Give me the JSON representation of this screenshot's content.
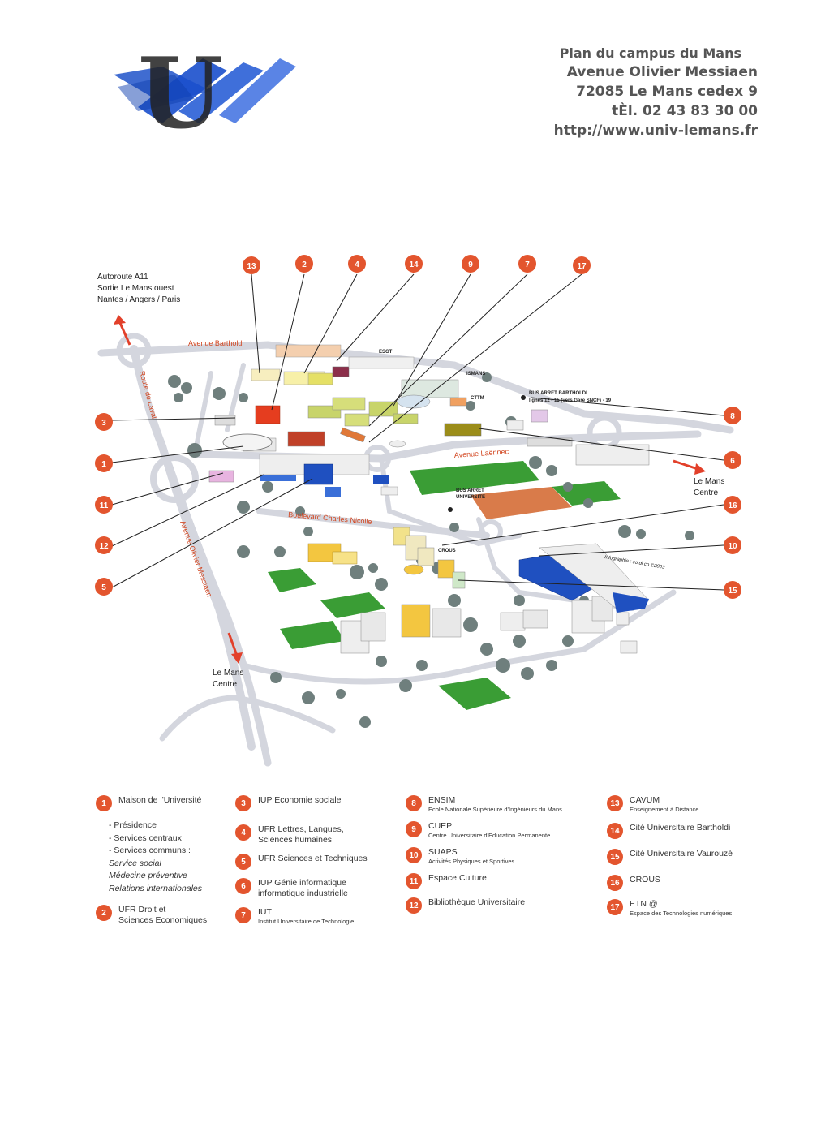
{
  "header": {
    "title": "Plan du campus du Mans",
    "address": "Avenue Olivier Messiaen",
    "city": "72085 Le Mans cedex 9",
    "phone": "tÈl. 02 43 83 30 00",
    "url": "http://www.univ-lemans.fr"
  },
  "logo": {
    "letter": "U",
    "colors": {
      "primary": "#1a4fcc",
      "letter": "#222222"
    }
  },
  "map": {
    "road_labels": {
      "avenue_bartholdi": "Avenue Bartholdi",
      "route_de_laval": "Route de Laval",
      "avenue_laennec": "Avenue Laënnec",
      "boulevard_nicolle": "Boulevard Charles Nicolle",
      "avenue_messiaen": "Avenue Olivier Messiaen"
    },
    "place_labels": {
      "autoroute_1": "Autoroute  A11",
      "autoroute_2": "Sortie Le Mans ouest",
      "autoroute_3": "Nantes / Angers / Paris",
      "le_mans_centre_right_1": "Le Mans",
      "le_mans_centre_right_2": "Centre",
      "le_mans_centre_bottom_1": "Le Mans",
      "le_mans_centre_bottom_2": "Centre",
      "esgt": "ESGT",
      "ismans": "ISMANS",
      "cttm": "CTTM",
      "bus_bartholdi": "BUS ARRET BARTHOLDI",
      "bus_bartholdi_lines": "lignes 12 - 15 (vers Gare SNCF) - 19",
      "bus_universite_1": "BUS ARRET",
      "bus_universite_2": "UNIVERSITE",
      "crous": "CROUS",
      "credit": "Infographie : co.di.co ©2003"
    },
    "callouts": [
      "13",
      "2",
      "4",
      "14",
      "9",
      "7",
      "17",
      "3",
      "1",
      "11",
      "12",
      "5",
      "8",
      "6",
      "16",
      "10",
      "15"
    ],
    "colors": {
      "callout": "#e3552e",
      "road": "#d4d6de",
      "tree": "#6f7f7d",
      "field": "#3a9d35",
      "track": "#d97b4a"
    }
  },
  "legend": {
    "col1": [
      {
        "num": "1",
        "label": "Maison de l'Université"
      },
      {
        "num": "2",
        "label": "UFR Droit et",
        "label2": "Sciences Economiques"
      }
    ],
    "col1_extra": [
      "- Présidence",
      "- Services centraux",
      "- Services communs :",
      "Service social",
      "Médecine préventive",
      "Relations internationales"
    ],
    "col2": [
      {
        "num": "3",
        "label": "IUP Economie sociale"
      },
      {
        "num": "4",
        "label": "UFR Lettres, Langues,",
        "label2": "Sciences humaines"
      },
      {
        "num": "5",
        "label": "UFR Sciences et Techniques"
      },
      {
        "num": "6",
        "label": "IUP Génie informatique",
        "label2": "informatique industrielle"
      },
      {
        "num": "7",
        "label": "IUT",
        "sub": "Institut Universitaire de Technologie"
      }
    ],
    "col3": [
      {
        "num": "8",
        "label": "ENSIM",
        "sub": "Ecole Nationale Supérieure d'Ingénieurs du Mans"
      },
      {
        "num": "9",
        "label": "CUEP",
        "sub": "Centre Universitaire d'Education Permanente"
      },
      {
        "num": "10",
        "label": "SUAPS",
        "sub": "Activités Physiques et Sportives"
      },
      {
        "num": "11",
        "label": "Espace Culture"
      },
      {
        "num": "12",
        "label": "Bibliothèque Universitaire"
      }
    ],
    "col4": [
      {
        "num": "13",
        "label": "CAVUM",
        "sub": "Enseignement à Distance"
      },
      {
        "num": "14",
        "label": "Cité Universitaire Bartholdi"
      },
      {
        "num": "15",
        "label": "Cité Universitaire Vaurouzé"
      },
      {
        "num": "16",
        "label": "CROUS"
      },
      {
        "num": "17",
        "label": "ETN @",
        "sub": "Espace des Technologies numériques"
      }
    ]
  }
}
